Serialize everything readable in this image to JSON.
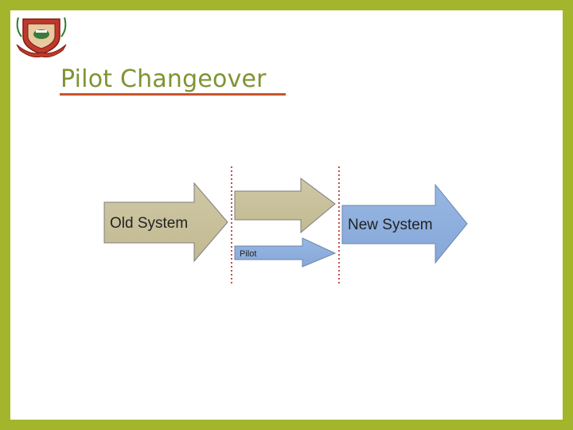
{
  "slide": {
    "title": "Pilot Changeover"
  },
  "diagram": {
    "old_system_label": "Old System",
    "new_system_label": "New System",
    "pilot_label": "Pilot"
  },
  "colors": {
    "frame": "#a3b52a",
    "title": "#7e9432",
    "title_underline": "#c8552b",
    "old_system_fill": "#c9c19d",
    "new_system_fill": "#8fb0df",
    "arrow_stroke": "#7d7d7d",
    "divider": "#c0504d",
    "crest_red": "#c0392b"
  },
  "icons": {
    "crest": "school-crest-icon"
  }
}
